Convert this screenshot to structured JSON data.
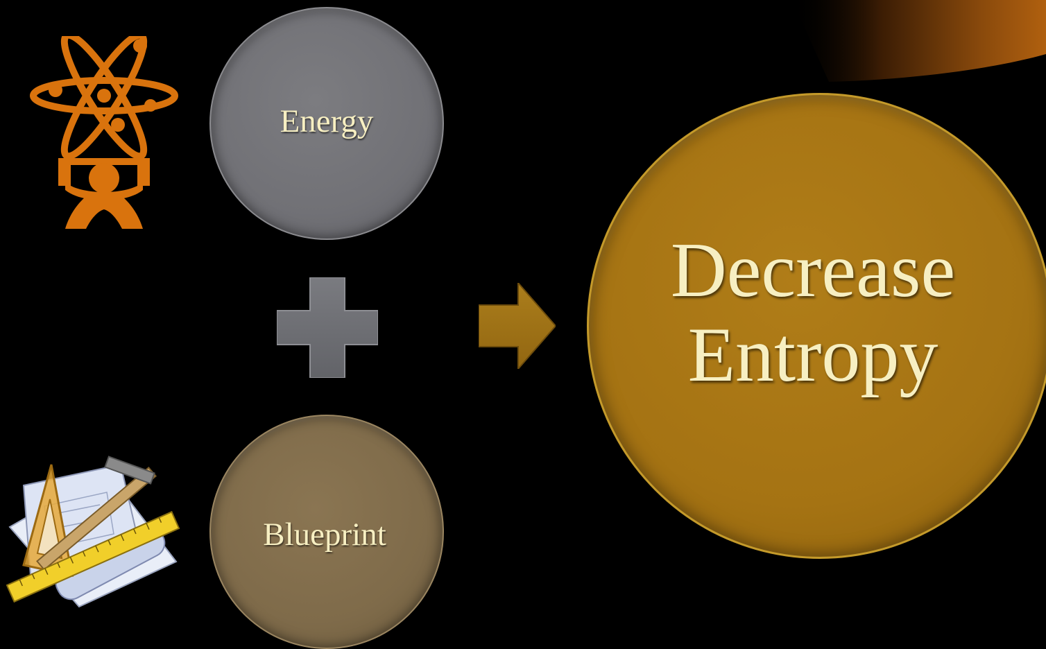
{
  "diagram": {
    "inputs": [
      {
        "label": "Energy",
        "color": "#76767b",
        "icon": "atom-person-icon"
      },
      {
        "label": "Blueprint",
        "color": "#847050",
        "icon": "drafting-tools-icon"
      }
    ],
    "operator": {
      "icon": "plus-icon",
      "color": "#6f7075"
    },
    "connector": {
      "icon": "right-arrow-icon",
      "color": "#a37615"
    },
    "output": {
      "line1": "Decrease",
      "line2": "Entropy",
      "color": "#a87515"
    },
    "colors": {
      "background": "#000000",
      "text": "#f7efc2",
      "accent": "#d9730d"
    }
  }
}
